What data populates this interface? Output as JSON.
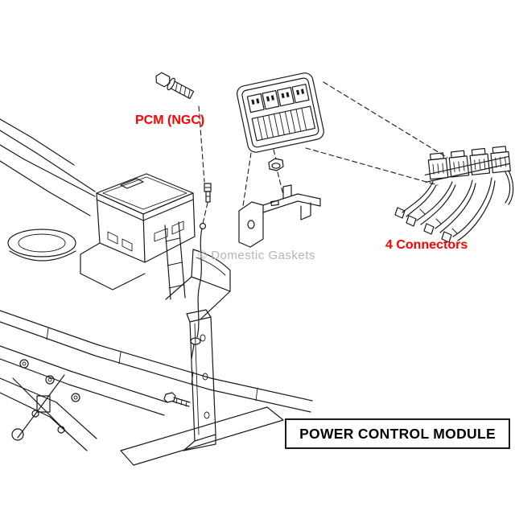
{
  "labels": {
    "pcm": "PCM (NGC)",
    "connectors": "4 Connectors",
    "title": "POWER CONTROL MODULE",
    "watermark": "© Domestic Gaskets"
  },
  "colors": {
    "label_red": "#ff0000",
    "line": "#1a1a1a",
    "watermark_gray": "#b5b5b5"
  }
}
